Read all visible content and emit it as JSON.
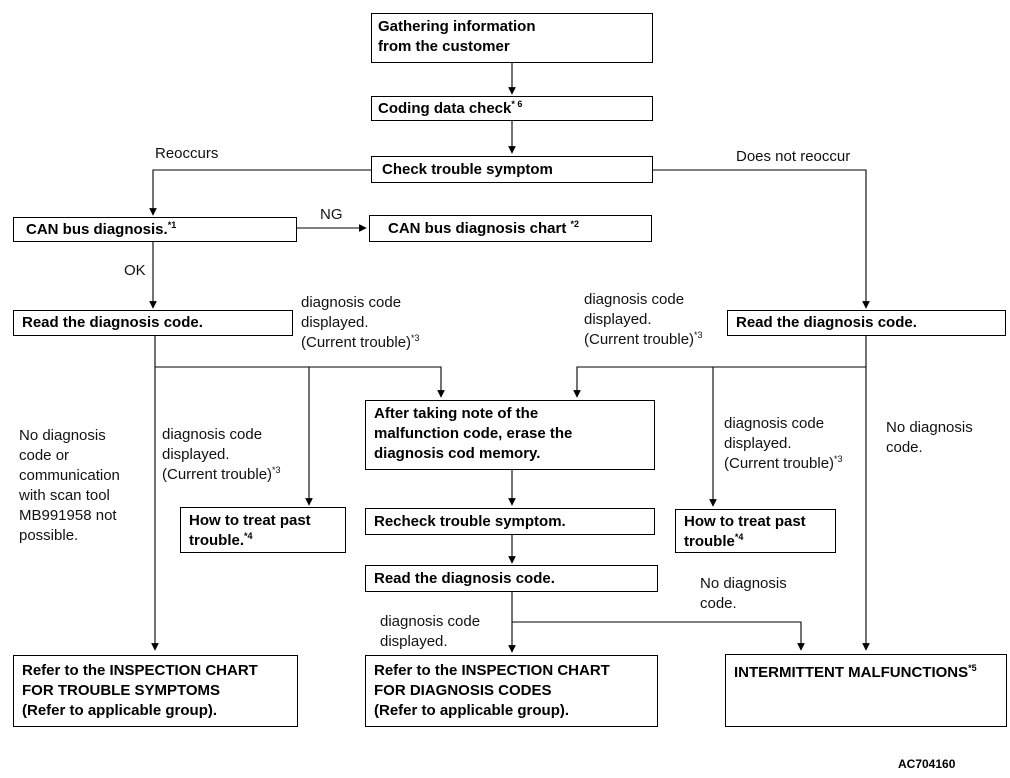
{
  "boxes": {
    "gather": {
      "text": "Gathering information\nfrom the customer",
      "sup": ""
    },
    "coding": {
      "text": "Coding data check",
      "sup": "* 6"
    },
    "check_symptom": {
      "text": "Check trouble symptom",
      "sup": ""
    },
    "can_diag": {
      "text": "CAN bus diagnosis.",
      "sup": "*1"
    },
    "can_chart": {
      "text": "CAN bus diagnosis chart ",
      "sup": "*2"
    },
    "read_left": {
      "text": "Read the diagnosis code.",
      "sup": ""
    },
    "read_right": {
      "text": "Read the diagnosis code.",
      "sup": ""
    },
    "erase": {
      "text": "After taking note of the\nmalfunction code, erase the\ndiagnosis cod memory.",
      "sup": ""
    },
    "past_left": {
      "text": "How to treat past\ntrouble.",
      "sup": "*4"
    },
    "recheck": {
      "text": "Recheck trouble symptom.",
      "sup": ""
    },
    "past_right": {
      "text": "How to treat past\ntrouble",
      "sup": "*4"
    },
    "read_mid": {
      "text": "Read the diagnosis code.",
      "sup": ""
    },
    "ref_symptoms": {
      "text": "Refer to the INSPECTION CHART\nFOR TROUBLE SYMPTOMS\n(Refer to applicable group).",
      "sup": ""
    },
    "ref_codes": {
      "text": "Refer to the INSPECTION CHART\nFOR DIAGNOSIS CODES\n(Refer to applicable group).",
      "sup": ""
    },
    "intermittent": {
      "text": "INTERMITTENT MALFUNCTIONS",
      "sup": "*5"
    }
  },
  "labels": {
    "reoccurs": {
      "text": "Reoccurs",
      "sup": ""
    },
    "not_reoccur": {
      "text": "Does not reoccur",
      "sup": ""
    },
    "ng": {
      "text": "NG",
      "sup": ""
    },
    "ok": {
      "text": "OK",
      "sup": ""
    },
    "displayed_current_1": {
      "text": "diagnosis code\ndisplayed.\n(Current trouble)",
      "sup": "*3"
    },
    "displayed_current_2": {
      "text": "diagnosis code\ndisplayed.\n(Current trouble)",
      "sup": "*3"
    },
    "displayed_current_3": {
      "text": "diagnosis  code\ndisplayed.\n(Current trouble)",
      "sup": "*3"
    },
    "displayed_current_4": {
      "text": "diagnosis code\ndisplayed.\n(Current trouble)",
      "sup": "*3"
    },
    "no_comm": {
      "text": "No diagnosis\ncode or\ncommunication\nwith scan tool\nMB991958 not\npossible.",
      "sup": ""
    },
    "no_code_right": {
      "text": "No diagnosis\ncode.",
      "sup": ""
    },
    "no_code_mid": {
      "text": "No diagnosis\ncode.",
      "sup": ""
    },
    "displayed_mid": {
      "text": "diagnosis  code\ndisplayed.",
      "sup": ""
    }
  },
  "figure_id": "AC704160"
}
